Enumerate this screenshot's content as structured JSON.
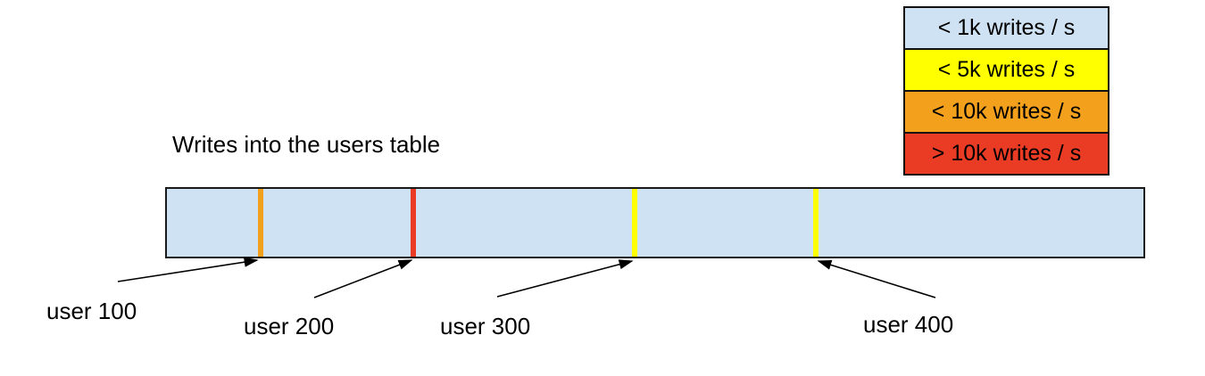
{
  "title": "Writes into the users table",
  "legend": {
    "items": [
      {
        "label": "< 1k writes / s",
        "color": "#cfe2f3"
      },
      {
        "label": "< 5k writes / s",
        "color": "#ffff00"
      },
      {
        "label": "< 10k writes / s",
        "color": "#f3a01d"
      },
      {
        "label": "> 10k writes / s",
        "color": "#ea3b24"
      }
    ]
  },
  "table_bar": {
    "fill": "#cfe2f3",
    "border_color": "#1a1a1a",
    "markers": [
      {
        "user": "user 100",
        "category": "< 10k writes / s",
        "color": "#f3a01d"
      },
      {
        "user": "user 200",
        "category": "> 10k writes / s",
        "color": "#ea3b24"
      },
      {
        "user": "user 300",
        "category": "< 5k writes / s",
        "color": "#ffff00"
      },
      {
        "user": "user 400",
        "category": "< 5k writes / s",
        "color": "#ffff00"
      }
    ]
  },
  "annotations": [
    {
      "label": "user 100"
    },
    {
      "label": "user 200"
    },
    {
      "label": "user 300"
    },
    {
      "label": "user 400"
    }
  ]
}
